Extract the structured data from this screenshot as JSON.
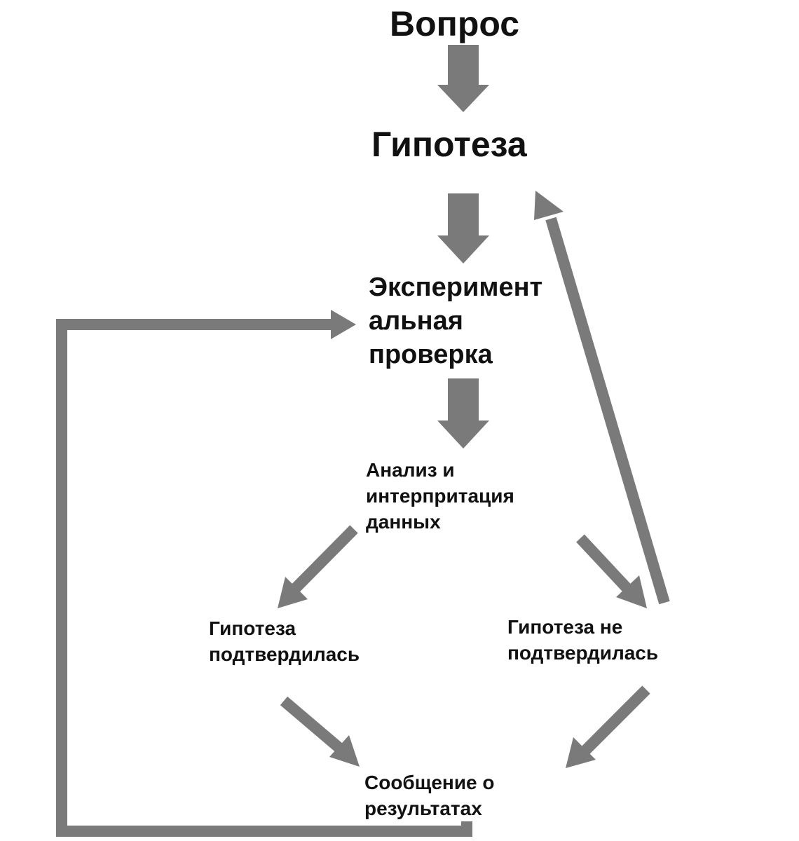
{
  "diagram": {
    "arrow_color": "#7a7a7a",
    "nodes": {
      "question": "Вопрос",
      "hypothesis": "Гипотеза",
      "experiment": "Эксперимент\nальная\nпроверка",
      "analysis": "Анализ и\nинтерпритация\nданных",
      "confirmed": "Гипотеза\nподтвердилась",
      "not_confirmed": "Гипотеза не\nподтвердилась",
      "report": "Сообщение о\nрезультатах"
    }
  }
}
